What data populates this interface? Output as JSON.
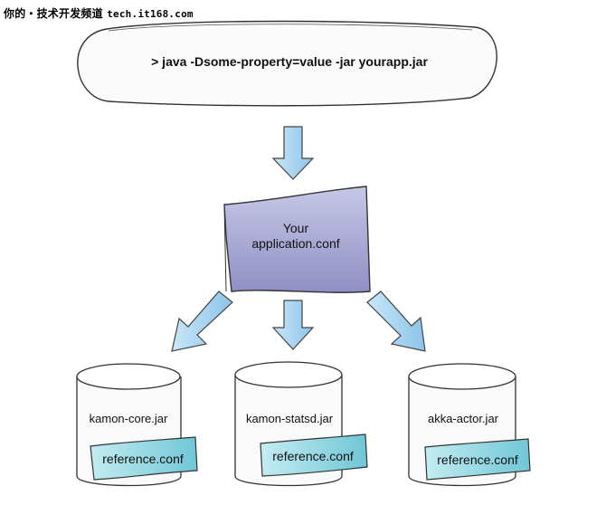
{
  "watermark": {
    "site_name": "你的・技术开发频道",
    "domain": "tech.it168.com"
  },
  "command": {
    "text": "> java -Dsome-property=value -jar yourapp.jar"
  },
  "application": {
    "line1": "Your",
    "line2": "application.conf"
  },
  "jars": [
    {
      "name": "kamon-core.jar",
      "reference": "reference.conf"
    },
    {
      "name": "kamon-statsd.jar",
      "reference": "reference.conf"
    },
    {
      "name": "akka-actor.jar",
      "reference": "reference.conf"
    }
  ],
  "colors": {
    "arrow": "#a9d4f0",
    "app_box": "#a8a8d4",
    "reference_tag": "#8fd3df",
    "outline": "#333333"
  }
}
